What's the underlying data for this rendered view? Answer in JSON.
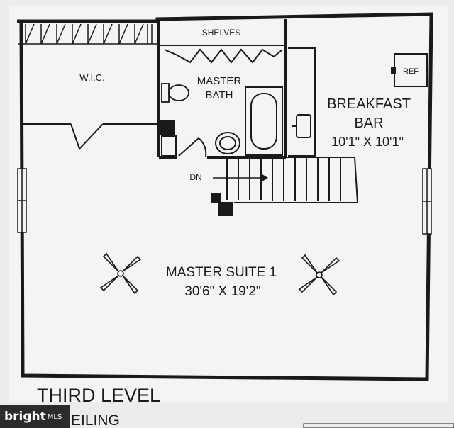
{
  "rooms": {
    "wic": "W.I.C.",
    "shelves": "SHELVES",
    "master_bath_line1": "MASTER",
    "master_bath_line2": "BATH",
    "ref": "REF",
    "breakfast_line1": "BREAKFAST",
    "breakfast_line2": "BAR",
    "breakfast_dims": "10'1\" X 10'1\"",
    "stairs": "DN",
    "suite_name": "MASTER SUITE 1",
    "suite_dims": "30'6\" X 19'2\""
  },
  "level_title": "THIRD LEVEL",
  "ceiling_note": "EILING",
  "watermark": {
    "brand": "bright",
    "suffix": "MLS"
  },
  "colors": {
    "paper": "#f4f4f2",
    "ink": "#1a1a1a"
  },
  "icons": [
    "ceiling-fan-icon",
    "toilet-icon",
    "bathtub-icon",
    "sink-icon",
    "stairs-arrow-icon"
  ]
}
